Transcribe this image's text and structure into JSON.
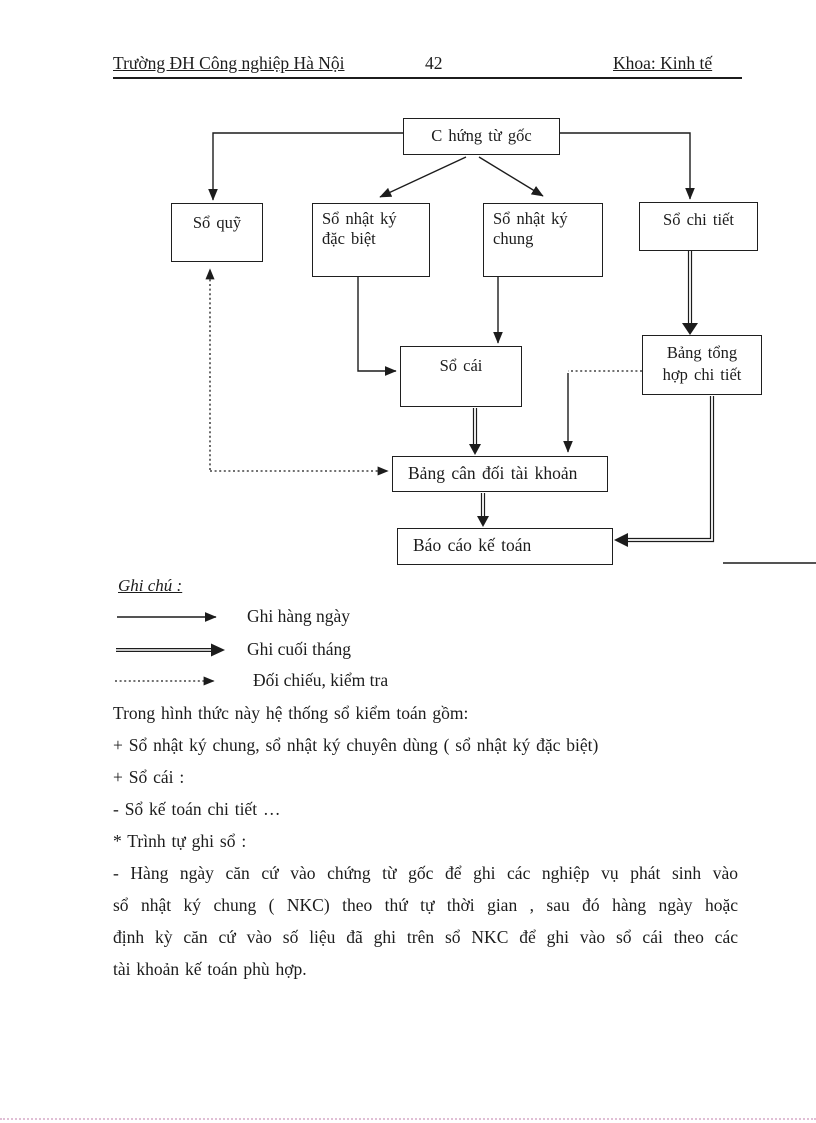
{
  "header": {
    "school": "Trường ĐH Công nghiệp Hà Nội",
    "page_number": "42",
    "faculty": "Khoa: Kinh tế"
  },
  "diagram": {
    "nodes": {
      "chung_tu_goc": {
        "label": "C hứng từ gốc"
      },
      "so_quy": {
        "label": "Sổ quỹ"
      },
      "so_nhat_ky_dac_biet": {
        "line1": "Sổ nhật ký",
        "line2": "đặc biệt"
      },
      "so_nhat_ky_chung": {
        "line1": "Sổ nhật ký",
        "line2": "chung"
      },
      "so_chi_tiet": {
        "label": "Sổ chi tiết"
      },
      "so_cai": {
        "label": "Sổ cái"
      },
      "bang_tong_hop_chi_tiet": {
        "line1": "Bảng tổng",
        "line2": "hợp chi tiết"
      },
      "bang_can_doi_tai_khoan": {
        "label": "Bảng cân đối tài khoản"
      },
      "bao_cao_ke_toan": {
        "label": "Báo cáo kế toán"
      }
    }
  },
  "legend": {
    "title": "Ghi chú : ",
    "items": [
      {
        "style": "solid-arrow",
        "label": "Ghi hàng ngày"
      },
      {
        "style": "double-arrow",
        "label": "Ghi cuối tháng"
      },
      {
        "style": "dotted-arrow",
        "label": "Đối chiếu, kiểm tra"
      }
    ]
  },
  "body": {
    "lines": [
      "Trong hình thức này hệ thống sổ kiểm toán gồm:",
      "+ Sổ nhật ký chung, sổ nhật ký chuyên dùng ( sổ nhật ký đặc biệt)",
      "+ Sổ cái :",
      "- Sổ kế toán chi tiết …",
      "* Trình tự ghi sổ :",
      "- Hàng ngày căn cứ vào chứng từ gốc để ghi các nghiệp vụ phát sinh vào",
      "sổ nhật ký chung ( NKC) theo thứ tự thời gian , sau đó hàng ngày hoặc",
      "định kỳ căn cứ vào số liệu đã ghi trên sổ NKC để ghi vào sổ cái theo các",
      "tài khoản kế toán phù hợp."
    ]
  },
  "colors": {
    "ink": "#1c1c1c",
    "page_bg": "#ffffff"
  }
}
